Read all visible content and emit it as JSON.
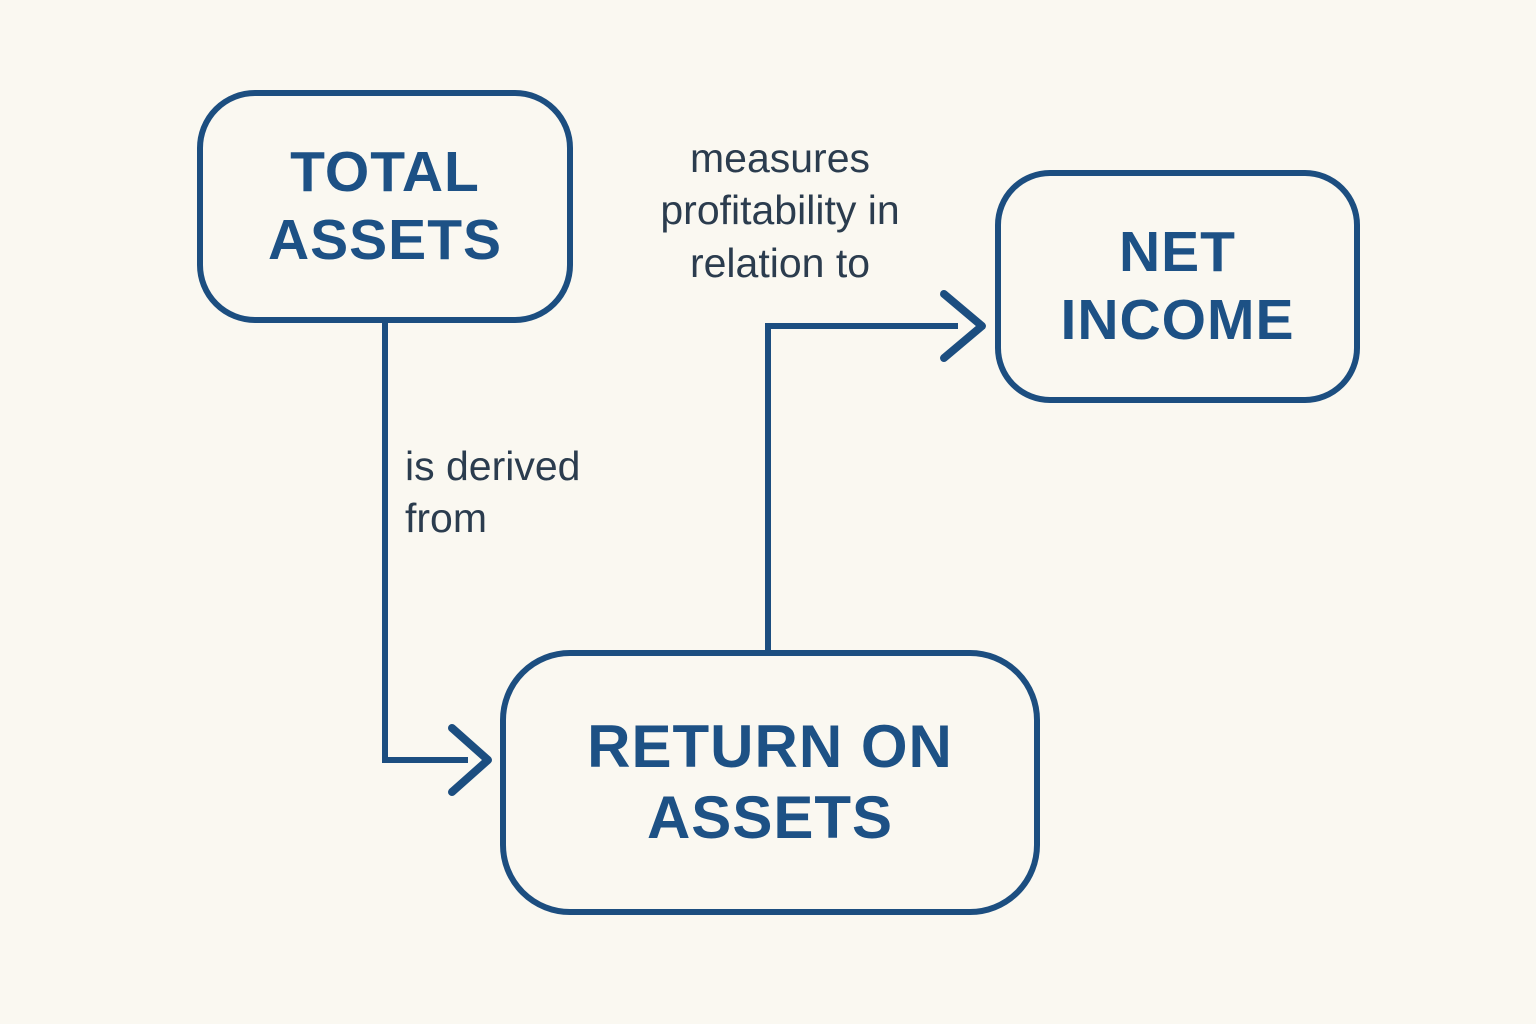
{
  "diagram": {
    "nodes": [
      {
        "id": "total-assets",
        "label": "TOTAL ASSETS"
      },
      {
        "id": "net-income",
        "label": "NET INCOME"
      },
      {
        "id": "return-on-assets",
        "label": "RETURN ON ASSETS"
      }
    ],
    "edges": [
      {
        "from": "total-assets",
        "to": "return-on-assets",
        "label": "is derived from"
      },
      {
        "from": "return-on-assets",
        "to": "net-income",
        "label": "measures profitability in relation to"
      }
    ]
  },
  "colors": {
    "background": "#faf8f1",
    "line": "#1c4e80",
    "node_text": "#1d5185",
    "edge_label_text": "#2b3c4e"
  }
}
